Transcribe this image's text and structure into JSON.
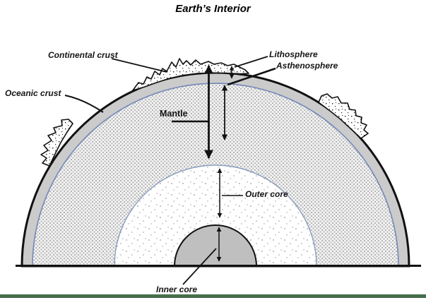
{
  "title": "Earth’s Interior",
  "labels": {
    "continental_crust": "Continental crust",
    "oceanic_crust": "Oceanic crust",
    "lithosphere": "Lithosphere",
    "asthenosphere": "Asthenosphere",
    "mantle": "Mantle",
    "outer_core": "Outer core",
    "inner_core": "Inner core"
  },
  "colors": {
    "outline_black": "#111111",
    "crust_rim_gray": "#cbcbcb",
    "mantle_boundary_blue": "#7388b8",
    "mantle_stipple_gray": "#b4b4b4",
    "inner_core_gray": "#bfbfbf",
    "bottom_bar_green": "#47704d"
  }
}
